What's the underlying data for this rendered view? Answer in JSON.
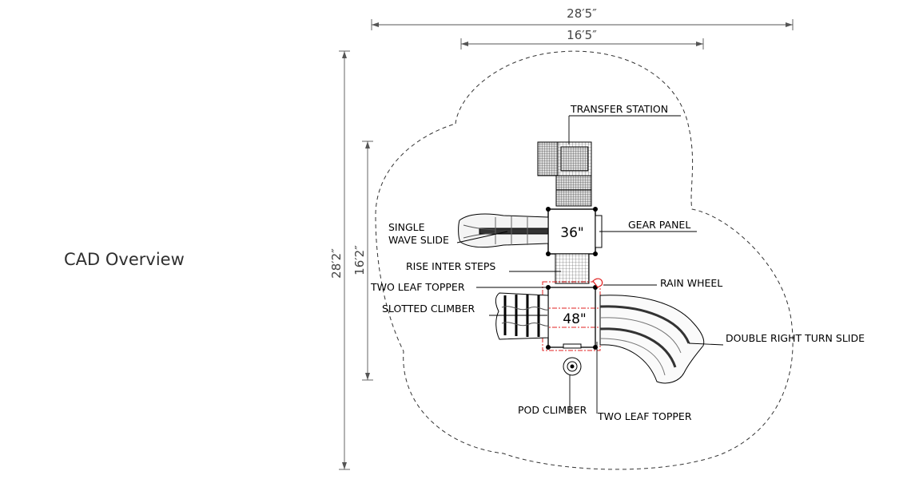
{
  "title": "CAD Overview",
  "dimensions": {
    "overall_width": "28′5″",
    "deck_width": "16′5″",
    "overall_depth": "28′2″",
    "deck_depth": "16′2″"
  },
  "decks": {
    "upper": "36\"",
    "lower": "48\""
  },
  "labels": {
    "transfer_station": "TRANSFER STATION",
    "single": "SINGLE",
    "wave_slide": "WAVE SLIDE",
    "gear_panel": "GEAR PANEL",
    "rise_inter_steps": "RISE INTER STEPS",
    "two_leaf_topper_left": "TWO LEAF TOPPER",
    "rain_wheel": "RAIN WHEEL",
    "slotted_climber": "SLOTTED CLIMBER",
    "double_right_turn_slide": "DOUBLE RIGHT TURN SLIDE",
    "pod_climber": "POD CLIMBER",
    "two_leaf_topper_bottom": "TWO LEAF TOPPER"
  },
  "colors": {
    "line": "#000000",
    "dimension": "#555555",
    "accent": "#e02020"
  }
}
